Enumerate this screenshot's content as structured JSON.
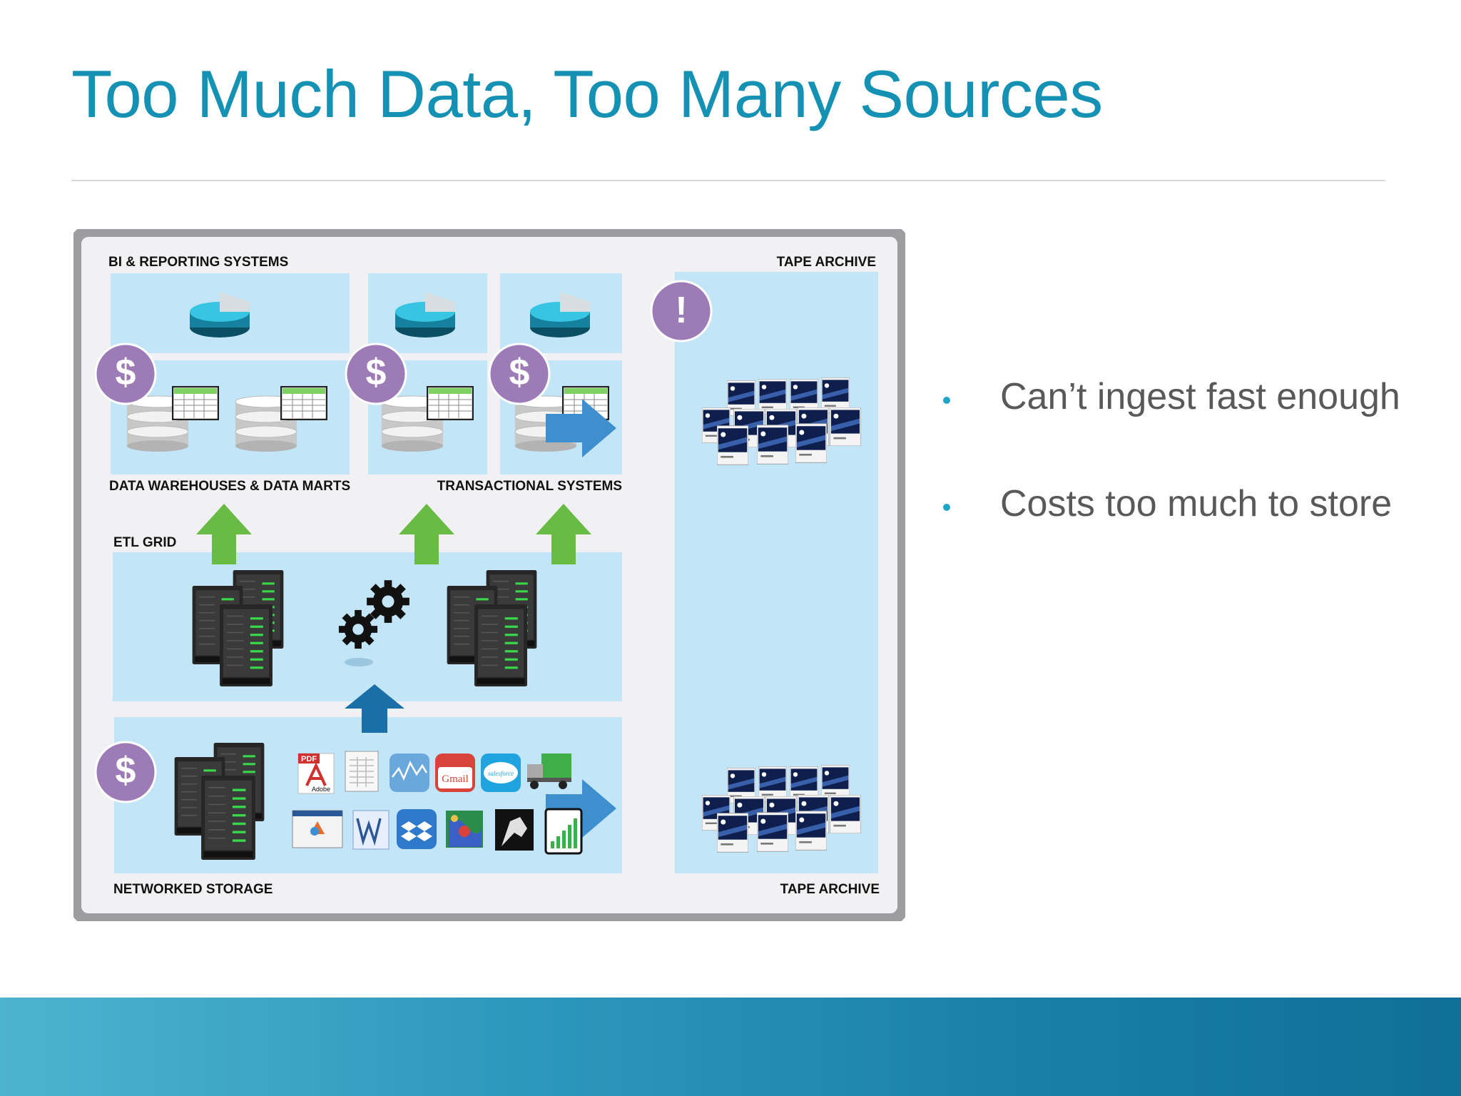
{
  "slide": {
    "title": "Too Much Data, Too Many Sources",
    "bullets": [
      {
        "text": "Can’t ingest fast enough"
      },
      {
        "text": "Costs too much to store"
      }
    ]
  },
  "diagram": {
    "labels": {
      "bi_reporting": "BI & REPORTING SYSTEMS",
      "tape_archive_top": "TAPE ARCHIVE",
      "data_warehouses": "DATA WAREHOUSES & DATA MARTS",
      "transactional": "TRANSACTIONAL SYSTEMS",
      "etl_grid": "ETL GRID",
      "networked_storage": "NETWORKED STORAGE",
      "tape_archive_bottom": "TAPE ARCHIVE"
    },
    "cost_badge_symbol": "$",
    "alert_badge_symbol": "!",
    "pdf_icon_text": "PDF",
    "adobe_text": "Adobe",
    "gmail_text": "Gmail",
    "salesforce_text": "salesforce",
    "colors": {
      "title": "#1591b3",
      "panel": "#c2e5f7",
      "frame": "#9d9d9f",
      "badge": "#9d7bb6",
      "arrow_green": "#68bb43",
      "arrow_blue": "#3f8fcf",
      "arrow_dark_blue": "#1b6fa8",
      "footer": "#1a7fa8"
    },
    "icons": [
      "pie-chart-icon",
      "database-icon",
      "spreadsheet-icon",
      "server-rack-icon",
      "gears-icon",
      "tape-cartridge-icon",
      "pdf-icon",
      "document-icon",
      "chart-icon",
      "gmail-icon",
      "salesforce-icon",
      "truck-icon",
      "dropbox-icon",
      "map-icon",
      "xray-icon",
      "bar-report-icon"
    ]
  }
}
